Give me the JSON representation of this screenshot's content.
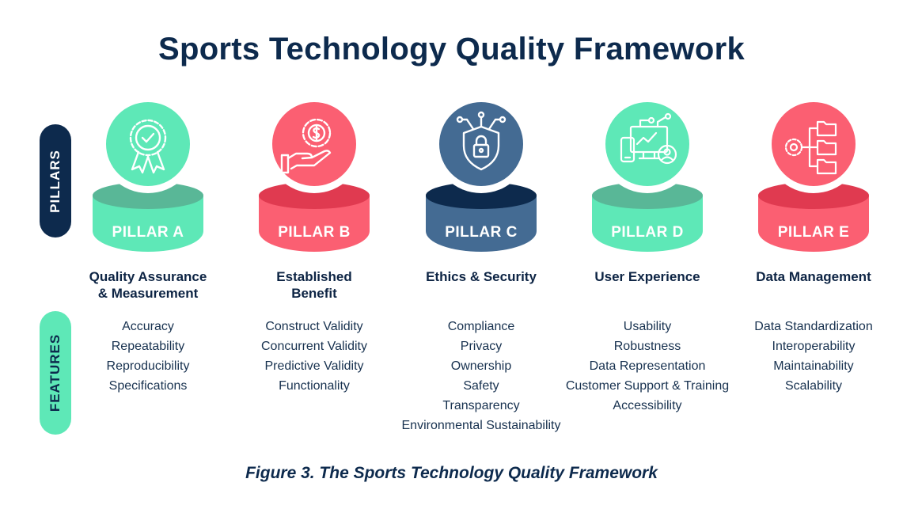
{
  "title": "Sports Technology Quality Framework",
  "side_labels": {
    "pillars": "PILLARS",
    "features": "FEATURES"
  },
  "pillars": [
    {
      "label": "PILLAR A",
      "name": "Quality Assurance & Measurement",
      "icon": "award-badge-icon",
      "color": "#5ee8b7",
      "dark_color": "#59b797",
      "features": [
        "Accuracy",
        "Repeatability",
        "Reproducibility",
        "Specifications"
      ]
    },
    {
      "label": "PILLAR B",
      "name": "Established Benefit",
      "icon": "hand-gear-dollar-icon",
      "color": "#fb5f72",
      "dark_color": "#e03a50",
      "features": [
        "Construct Validity",
        "Concurrent Validity",
        "Predictive Validity",
        "Functionality"
      ]
    },
    {
      "label": "PILLAR C",
      "name": "Ethics & Security",
      "icon": "shield-lock-icon",
      "color": "#446b93",
      "dark_color": "#0d2a4d",
      "features": [
        "Compliance",
        "Privacy",
        "Ownership",
        "Safety",
        "Transparency",
        "Environmental Sustainability"
      ]
    },
    {
      "label": "PILLAR D",
      "name": "User Experience",
      "icon": "devices-user-icon",
      "color": "#5ee8b7",
      "dark_color": "#59b797",
      "features": [
        "Usability",
        "Robustness",
        "Data Representation",
        "Customer Support & Training",
        "Accessibility"
      ]
    },
    {
      "label": "PILLAR E",
      "name": "Data Management",
      "icon": "gear-folders-icon",
      "color": "#fb5f72",
      "dark_color": "#e03a50",
      "features": [
        "Data Standardization",
        "Interoperability",
        "Maintainability",
        "Scalability"
      ]
    }
  ],
  "caption": "Figure 3. The Sports Technology Quality Framework"
}
